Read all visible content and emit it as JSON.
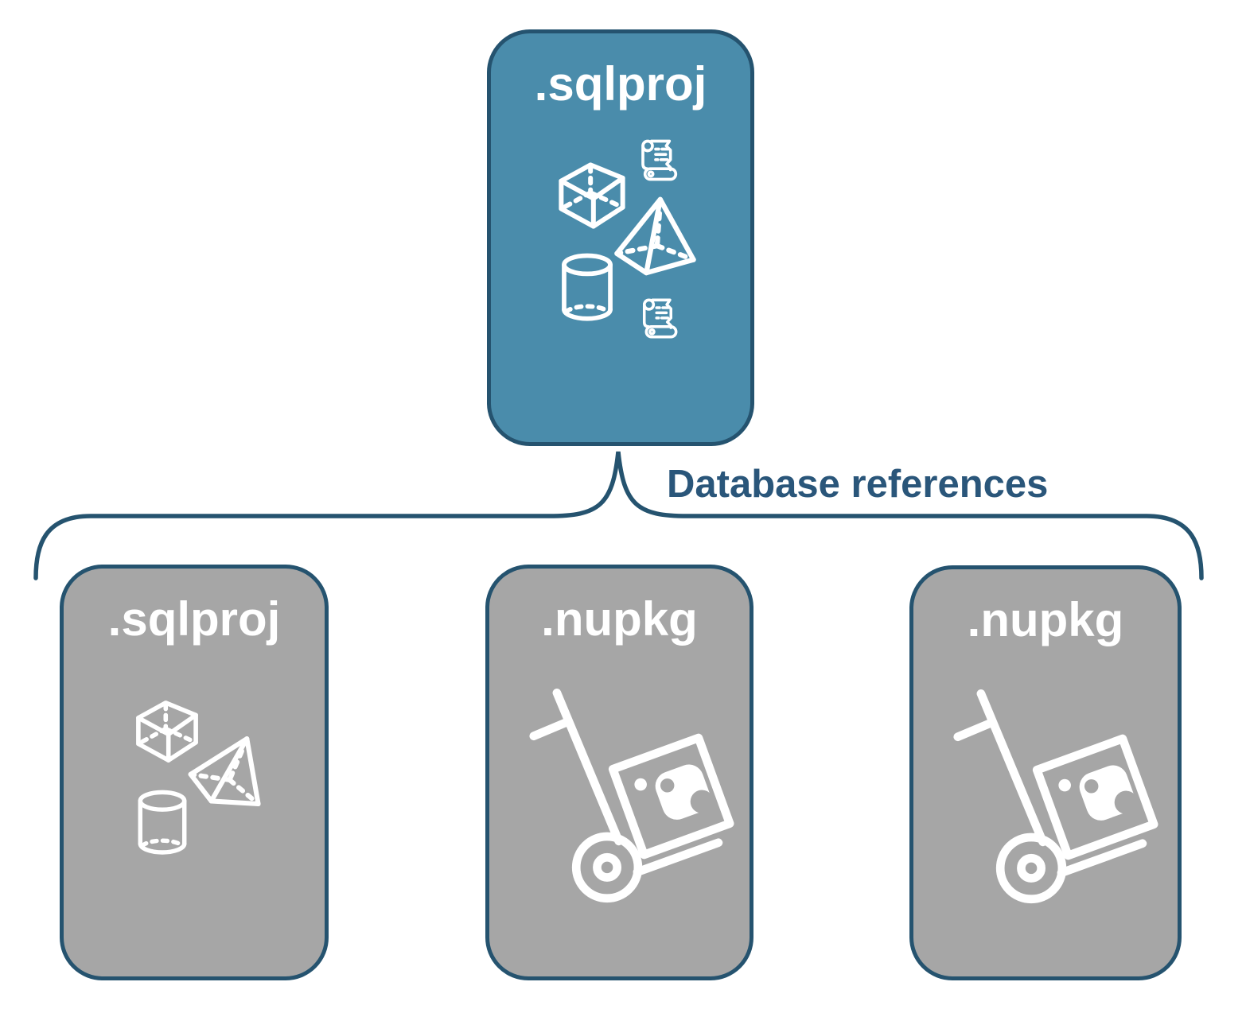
{
  "diagram": {
    "main_box": {
      "label": ".sqlproj",
      "icons": [
        "cube-icon",
        "script-scroll-icon",
        "pyramid-icon",
        "database-cylinder-icon",
        "script-scroll-icon"
      ]
    },
    "connector_label": "Database references",
    "referenced_boxes": [
      {
        "label": ".sqlproj",
        "icons": [
          "cube-icon",
          "pyramid-icon",
          "database-cylinder-icon"
        ]
      },
      {
        "label": ".nupkg",
        "icons": [
          "nuget-package-hand-truck-icon"
        ]
      },
      {
        "label": ".nupkg",
        "icons": [
          "nuget-package-hand-truck-icon"
        ]
      }
    ],
    "colors": {
      "main_box_fill": "#4A8CAB",
      "referenced_box_fill": "#A6A6A6",
      "outline_and_brace": "#25536F",
      "connector_label_text": "#2A567A",
      "icon_stroke": "#FFFFFF"
    }
  }
}
